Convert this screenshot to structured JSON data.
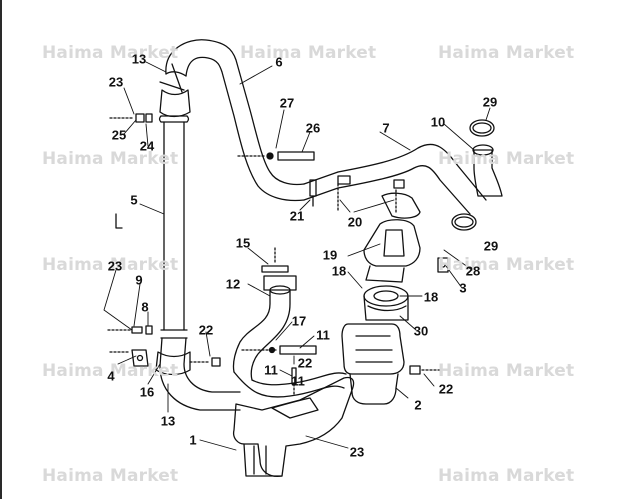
{
  "watermark": "Haima Market",
  "callouts": [
    "1",
    "2",
    "3",
    "4",
    "5",
    "6",
    "7",
    "8",
    "9",
    "10",
    "11",
    "11",
    "11",
    "12",
    "13",
    "13",
    "15",
    "16",
    "17",
    "18",
    "18",
    "19",
    "20",
    "21",
    "22",
    "22",
    "22",
    "23",
    "23",
    "23",
    "24",
    "25",
    "26",
    "27",
    "28",
    "29",
    "29",
    "30"
  ]
}
